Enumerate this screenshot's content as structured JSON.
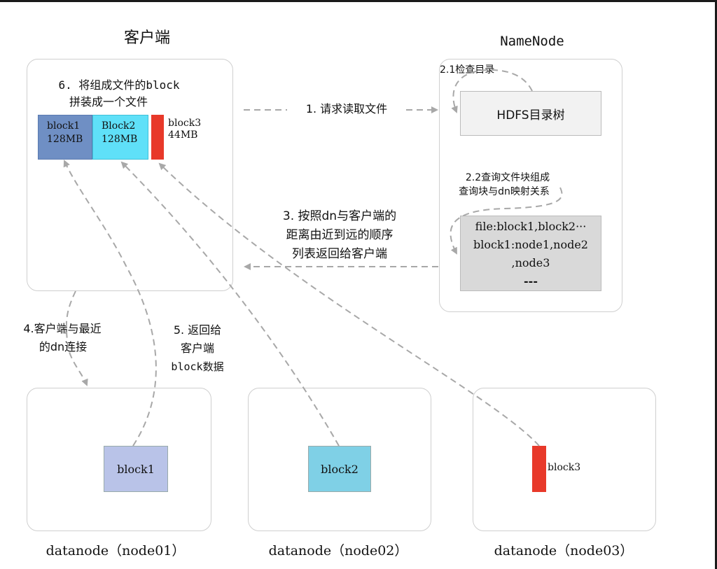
{
  "client": {
    "title": "客户端",
    "note_line1": "6. 将组成文件的block",
    "note_line2": "拼装成一个文件",
    "blocks": [
      {
        "name": "block1",
        "size": "128MB",
        "color": "#6f8fc4"
      },
      {
        "name": "Block2",
        "size": "128MB",
        "color": "#5fe0f8"
      },
      {
        "name": "block3",
        "size": "44MB",
        "color": "#e8392a"
      }
    ]
  },
  "namenode": {
    "title": "NameNode",
    "check_label": "2.1检查目录",
    "tree_label": "HDFS目录树",
    "query_line1": "2.2查询文件块组成",
    "query_line2": "查询块与dn映射关系",
    "mapping_lines": [
      "file:block1,block2···",
      "block1:node1,node2",
      ",node3",
      "---"
    ]
  },
  "steps": {
    "step1": "1. 请求读取文件",
    "step3_line1": "3. 按照dn与客户端的",
    "step3_line2": "距离由近到远的顺序",
    "step3_line3": "列表返回给客户端",
    "step4_line1": "4.客户端与最近",
    "step4_line2": "的dn连接",
    "step5_line1": "5. 返回给",
    "step5_line2": "客户端",
    "step5_line3": "block数据"
  },
  "datanodes": [
    {
      "label": "datanode（node01）",
      "block": "block1",
      "color": "#b9c3e8"
    },
    {
      "label": "datanode（node02）",
      "block": "block2",
      "color": "#7fd0e6"
    },
    {
      "label": "datanode（node03）",
      "block": "block3",
      "color": "#e8392a"
    }
  ],
  "colors": {
    "arrow": "#a8a8a8",
    "tree_box": "#f2f2f2",
    "mapping_box": "#d9d9d9"
  }
}
